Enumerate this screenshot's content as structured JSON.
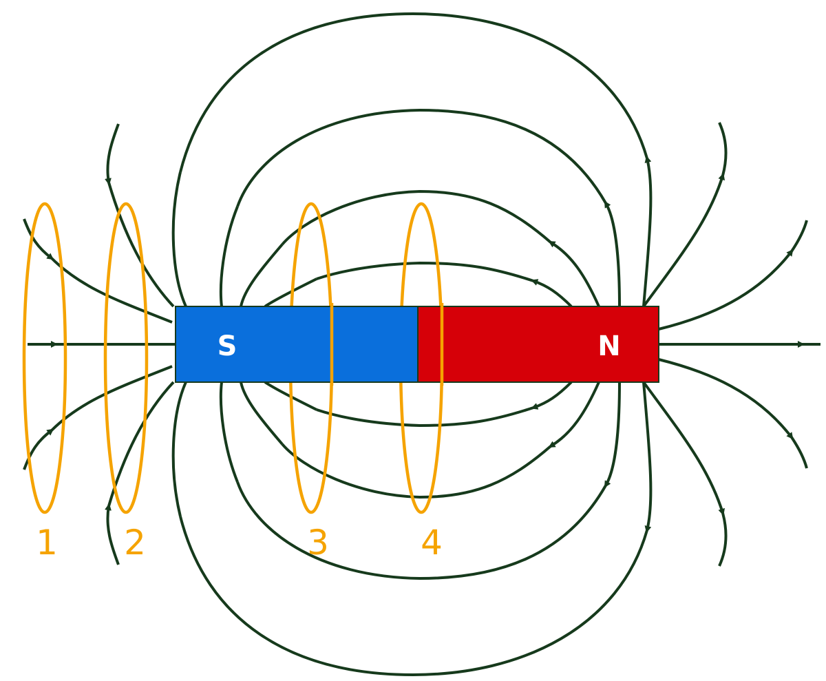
{
  "magnet": {
    "south_label": "S",
    "north_label": "N",
    "south_color": "#0a6fdc",
    "north_color": "#d60008"
  },
  "field_line_color": "#163a1c",
  "loop_color": "#f5a300",
  "loops": [
    {
      "label": "1"
    },
    {
      "label": "2"
    },
    {
      "label": "3"
    },
    {
      "label": "4"
    }
  ]
}
